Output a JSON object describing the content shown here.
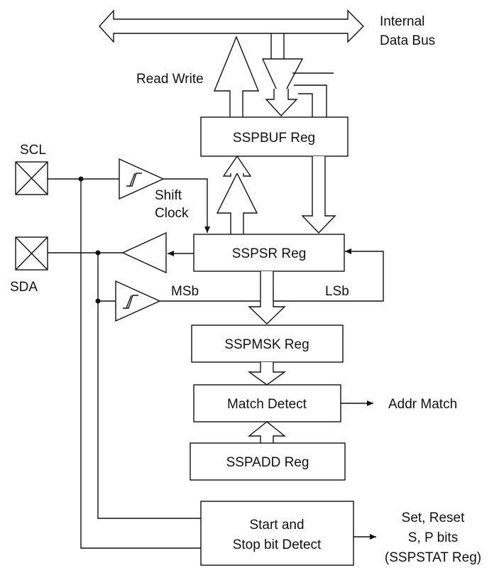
{
  "labels": {
    "internal_data_bus_line1": "Internal",
    "internal_data_bus_line2": "Data Bus",
    "read_write": "Read Write",
    "scl": "SCL",
    "sda": "SDA",
    "shift": "Shift",
    "clock": "Clock",
    "msb": "MSb",
    "lsb": "LSb",
    "addr_match": "Addr Match",
    "set_reset_line1": "Set, Reset",
    "set_reset_line2": "S, P bits",
    "set_reset_line3": "(SSPSTAT Reg)"
  },
  "blocks": {
    "sspbuf": "SSPBUF Reg",
    "sspsr": "SSPSR Reg",
    "sspmsk": "SSPMSK Reg",
    "match_detect": "Match Detect",
    "sspadd": "SSPADD Reg",
    "start_stop_line1": "Start and",
    "start_stop_line2": "Stop bit Detect"
  },
  "colors": {
    "line": "#111111",
    "background": "#ffffff"
  }
}
